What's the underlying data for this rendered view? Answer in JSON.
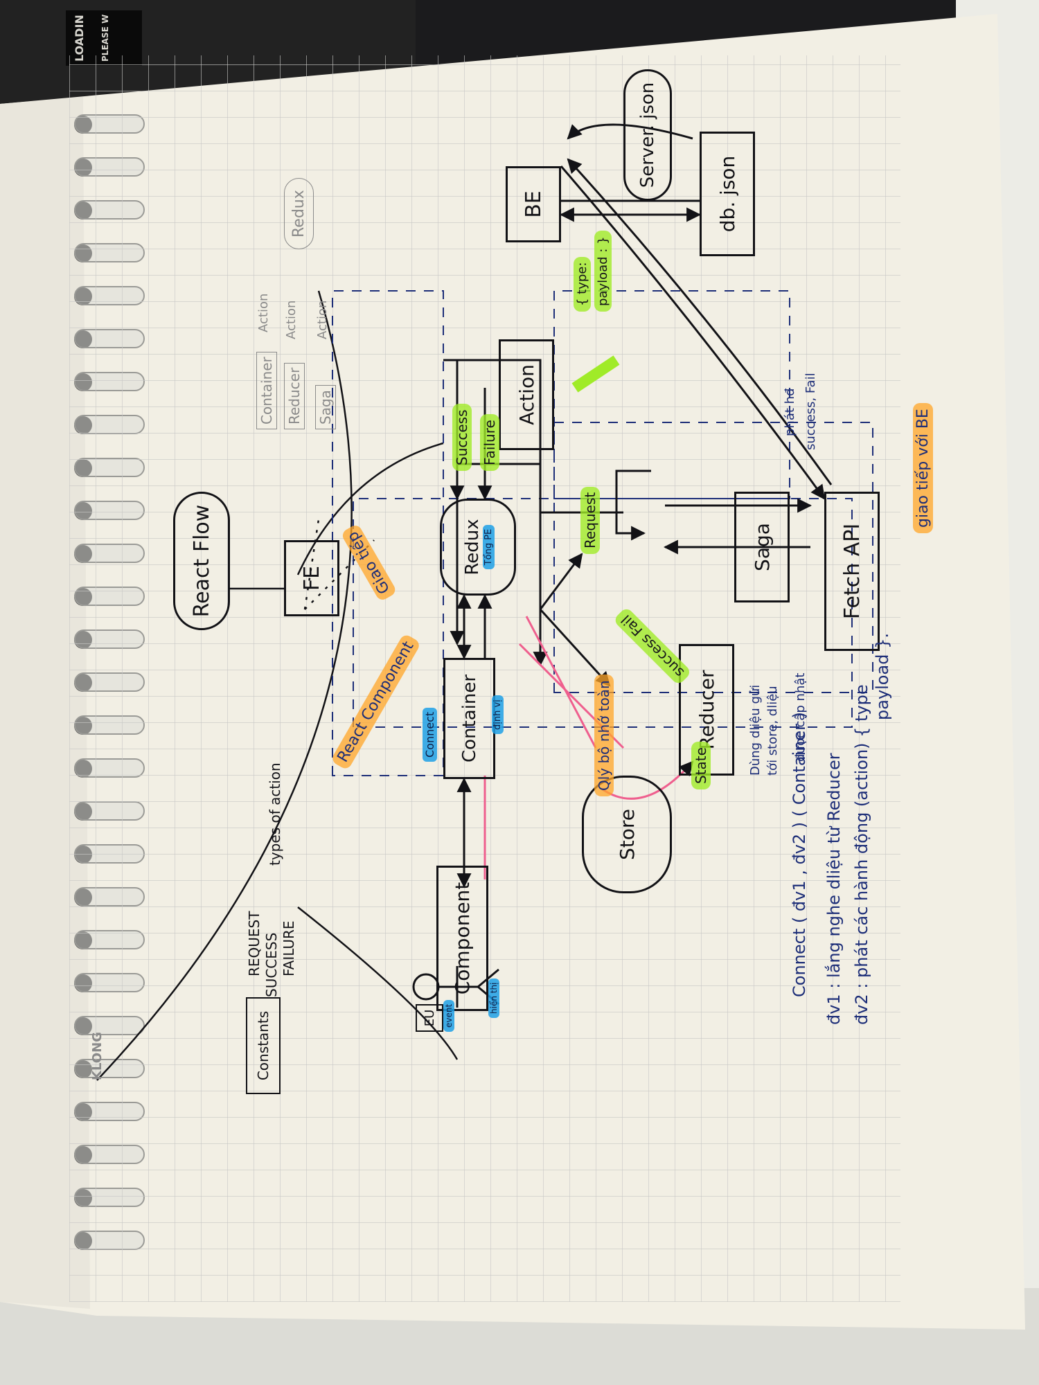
{
  "colors": {
    "paper": "#f2efe4",
    "grid": "#c8c8c6",
    "ink": "#121216",
    "blue_ink": "#1d2e78",
    "pink_line": "#ef5f8e",
    "orange_highlight": "#ffa528",
    "green_highlight": "#a0eb28",
    "blue_highlight": "#1ea0e6"
  },
  "brand": "KLONG",
  "corner_sticker": {
    "line1": "LOADIN",
    "line2": "PLEASE W"
  },
  "nodes": {
    "react_flow": "React Flow",
    "fe": "FE",
    "be": "BE",
    "server_json": "Server. json",
    "db_json": "db. json",
    "redux": "Redux",
    "container": "Container",
    "component": "Component",
    "store": "Store",
    "reducer": "Reducer",
    "saga": "Saga",
    "action": "Action",
    "fetch_api": "Fetch API",
    "user": "EU"
  },
  "constants": {
    "label": "Constants",
    "values": [
      "REQUEST",
      "SUCCESS",
      "FAILURE"
    ],
    "note": "types of action"
  },
  "legend": {
    "container_action": "Container",
    "action_word": "Action",
    "reducer": "Reducer",
    "action_word2": "Action",
    "redux": "Redux",
    "saga": "Saga",
    "action_word3": "Action"
  },
  "labels": {
    "giao_tiep": "Giao tiếp",
    "react_component": "React Component",
    "connect": "Connect",
    "dinh_vi": "định vị",
    "tong_pe": "Tổng PE",
    "success": "Success",
    "failure": "Failure",
    "request": "Request",
    "success_fail": "success Fail",
    "state": "State",
    "quan_ly": "Qlý bộ nhớ toàn",
    "type_payload_1": "{ type:",
    "type_payload_2": "payload : }",
    "phat_hd": "phát hđ",
    "success_fail_2": "success, Fail",
    "reducer_note_1": "Dùng dliệu gửi",
    "reducer_note_2": "tới store, dliệu",
    "reducer_note_3": "được cập nhật",
    "giao_tiep_be": "giao tiếp với BE",
    "event": "event",
    "hien_thi": "hiển thị"
  },
  "notes": {
    "line1": "Connect ( đv1 , đv2 ) ( Container )",
    "line2": "đv1 : lắng nghe dliệu từ Reducer",
    "line3": "đv2 : phát các hành động (action) { type",
    "line4": "payload }."
  }
}
